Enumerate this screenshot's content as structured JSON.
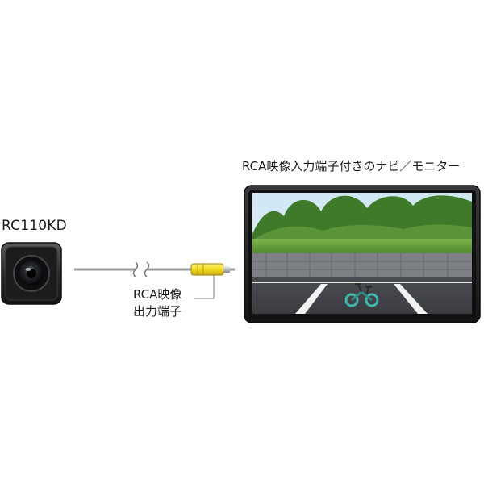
{
  "camera": {
    "model_label": "RC110KD",
    "icon": "rear-camera-icon"
  },
  "cable": {
    "connector_label_line1": "RCA映像",
    "connector_label_line2": "出力端子",
    "plug_icon": "rca-plug-icon",
    "plug_color": "#f2dc1e",
    "break_icon": "cable-break-icon"
  },
  "monitor": {
    "label": "RCA映像入力端子付きのナビ／モニター",
    "screen_icon": "parking-view-icon",
    "bike_icon": "balance-bike-icon",
    "bike_color": "#3fb9b0"
  }
}
